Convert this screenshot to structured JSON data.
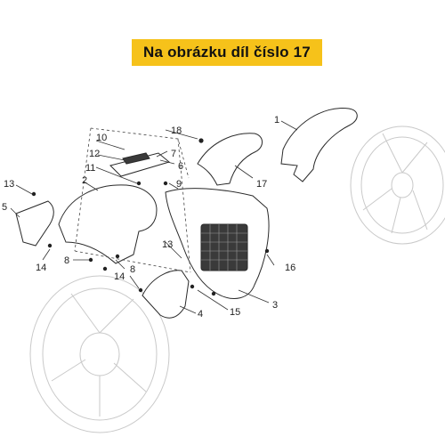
{
  "banner": {
    "text": "Na obrázku díl číslo 17"
  },
  "callouts": [
    "1",
    "2",
    "3",
    "4",
    "5",
    "6",
    "7",
    "8",
    "8",
    "9",
    "10",
    "11",
    "12",
    "13",
    "13",
    "14",
    "14",
    "15",
    "16",
    "17",
    "18"
  ],
  "colors": {
    "banner_bg": "#f6c21a",
    "line": "#2a2a2a",
    "wheel": "#c9c9c9"
  }
}
